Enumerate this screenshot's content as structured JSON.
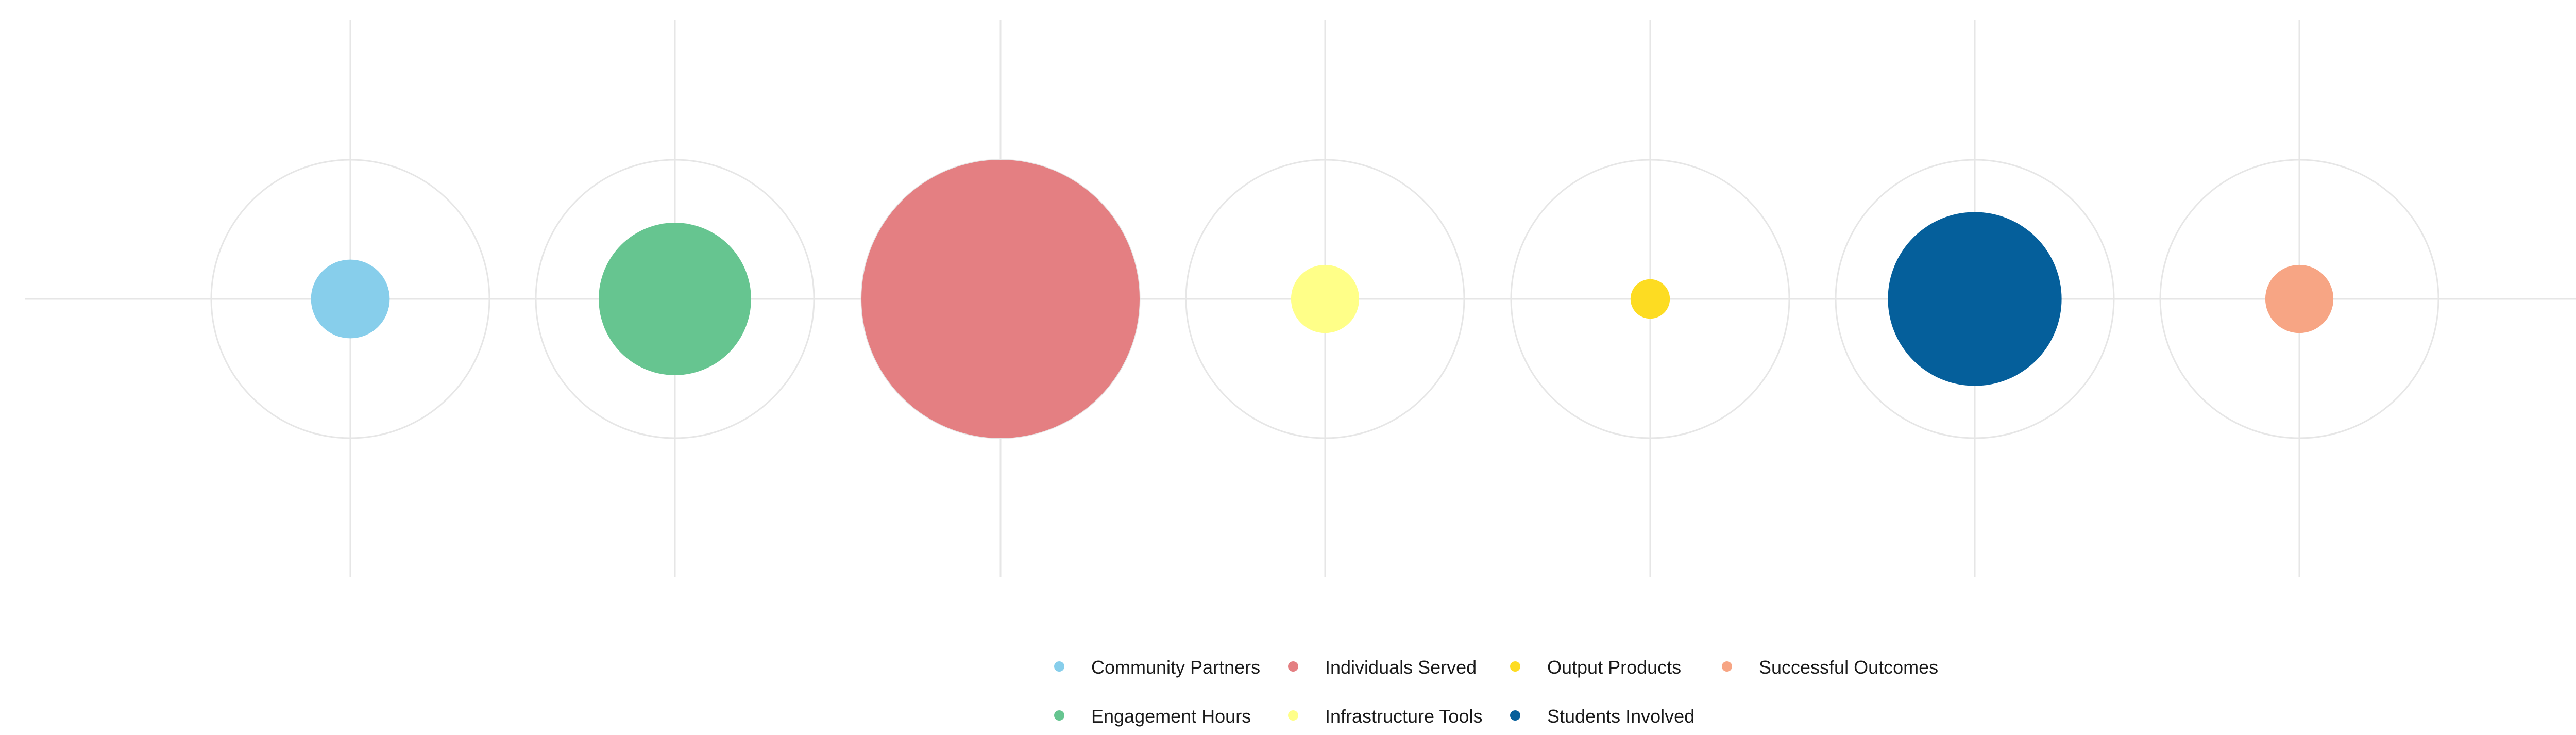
{
  "chart_data": {
    "type": "bubble",
    "title": "",
    "xlabel": "",
    "ylabel": "",
    "grid": true,
    "legend_position": "bottom",
    "reference_circle_value": 1.0,
    "series": [
      {
        "name": "Community Partners",
        "value": 0.08,
        "color": "#87CEEB"
      },
      {
        "name": "Engagement Hours",
        "value": 0.3,
        "color": "#66C590"
      },
      {
        "name": "Individuals Served",
        "value": 1.0,
        "color": "#E47F82"
      },
      {
        "name": "Infrastructure Tools",
        "value": 0.06,
        "color": "#FFFF88"
      },
      {
        "name": "Output Products",
        "value": 0.02,
        "color": "#FDDC22"
      },
      {
        "name": "Students Involved",
        "value": 0.39,
        "color": "#055F9B"
      },
      {
        "name": "Successful Outcomes",
        "value": 0.06,
        "color": "#F7A584"
      }
    ]
  }
}
